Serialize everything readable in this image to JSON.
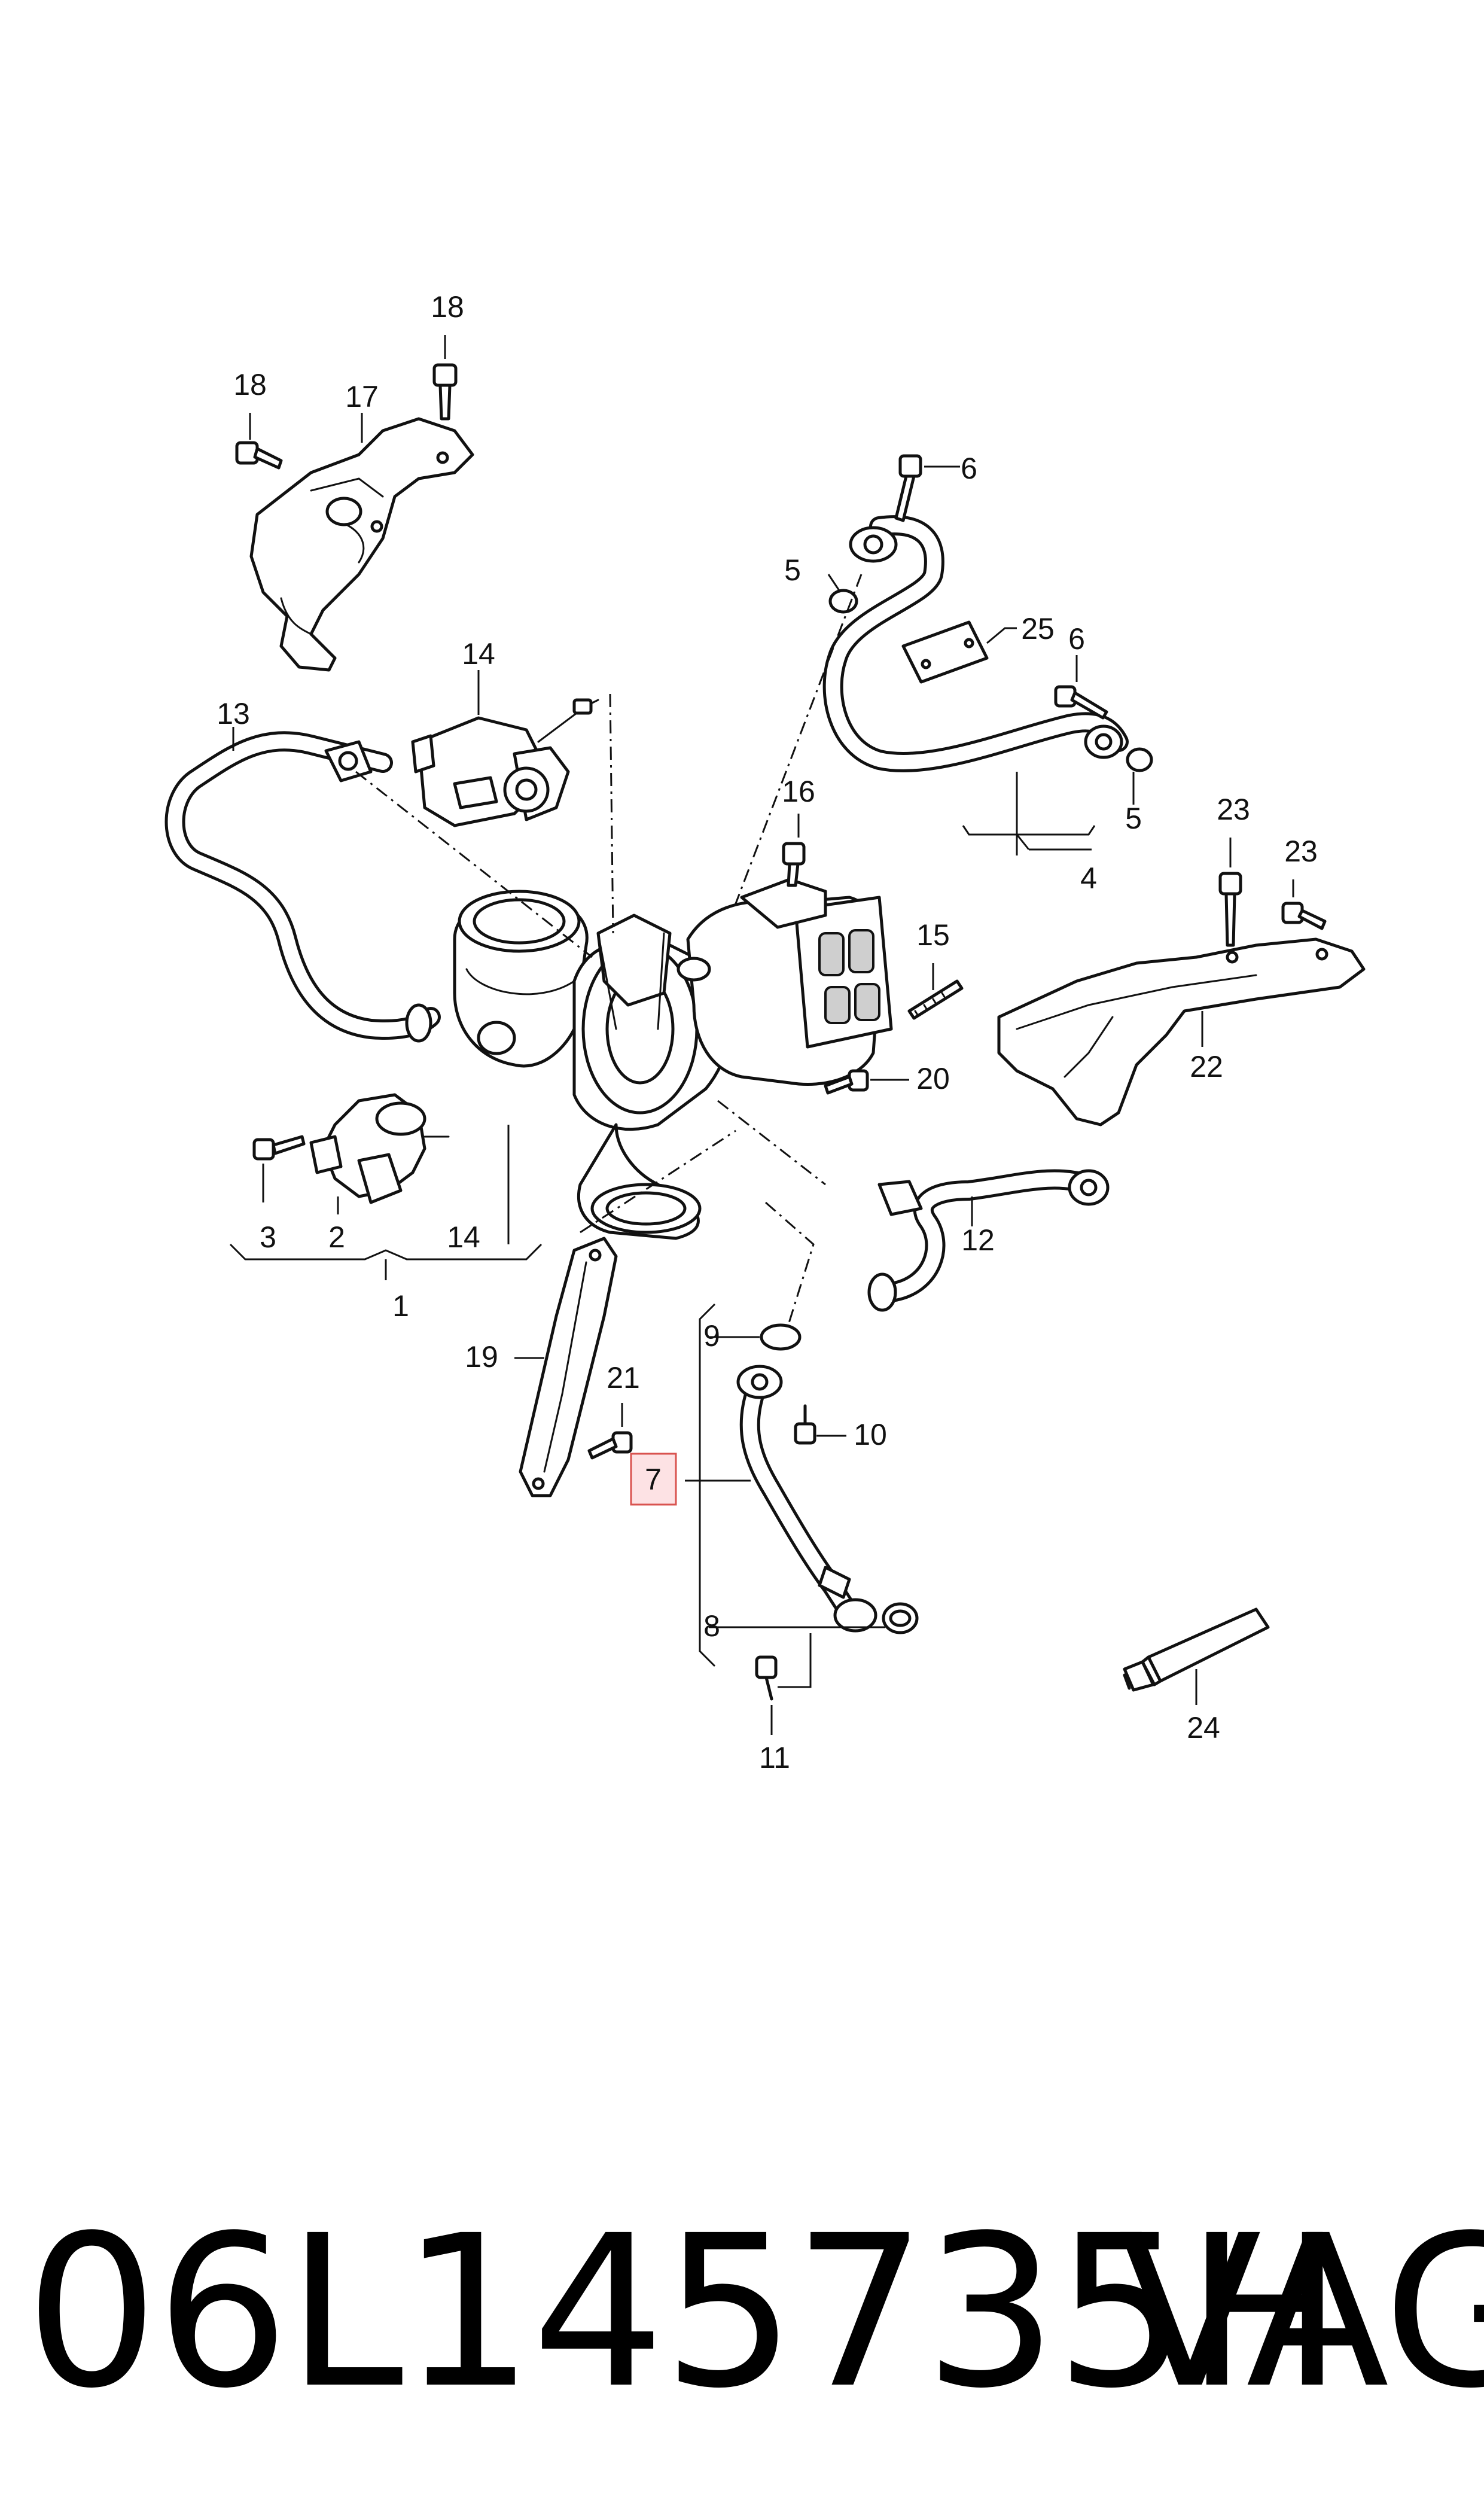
{
  "callouts": {
    "c1": "1",
    "c2": "2",
    "c3": "3",
    "c4": "4",
    "c5a": "5",
    "c5b": "5",
    "c6a": "6",
    "c6b": "6",
    "c7": "7",
    "c8": "8",
    "c9": "9",
    "c10": "10",
    "c11": "11",
    "c12": "12",
    "c13": "13",
    "c14a": "14",
    "c14b": "14",
    "c15": "15",
    "c16": "16",
    "c17": "17",
    "c18a": "18",
    "c18b": "18",
    "c19": "19",
    "c20": "20",
    "c21": "21",
    "c22": "22",
    "c23a": "23",
    "c23b": "23",
    "c24": "24",
    "c25": "25"
  },
  "highlighted_callout": "7",
  "footer": {
    "part_number": "06L145735H",
    "brand": "VAG"
  },
  "colors": {
    "line": "#111111",
    "highlight_fill": "#fde2e4",
    "highlight_stroke": "#d9534f",
    "background": "#ffffff"
  }
}
